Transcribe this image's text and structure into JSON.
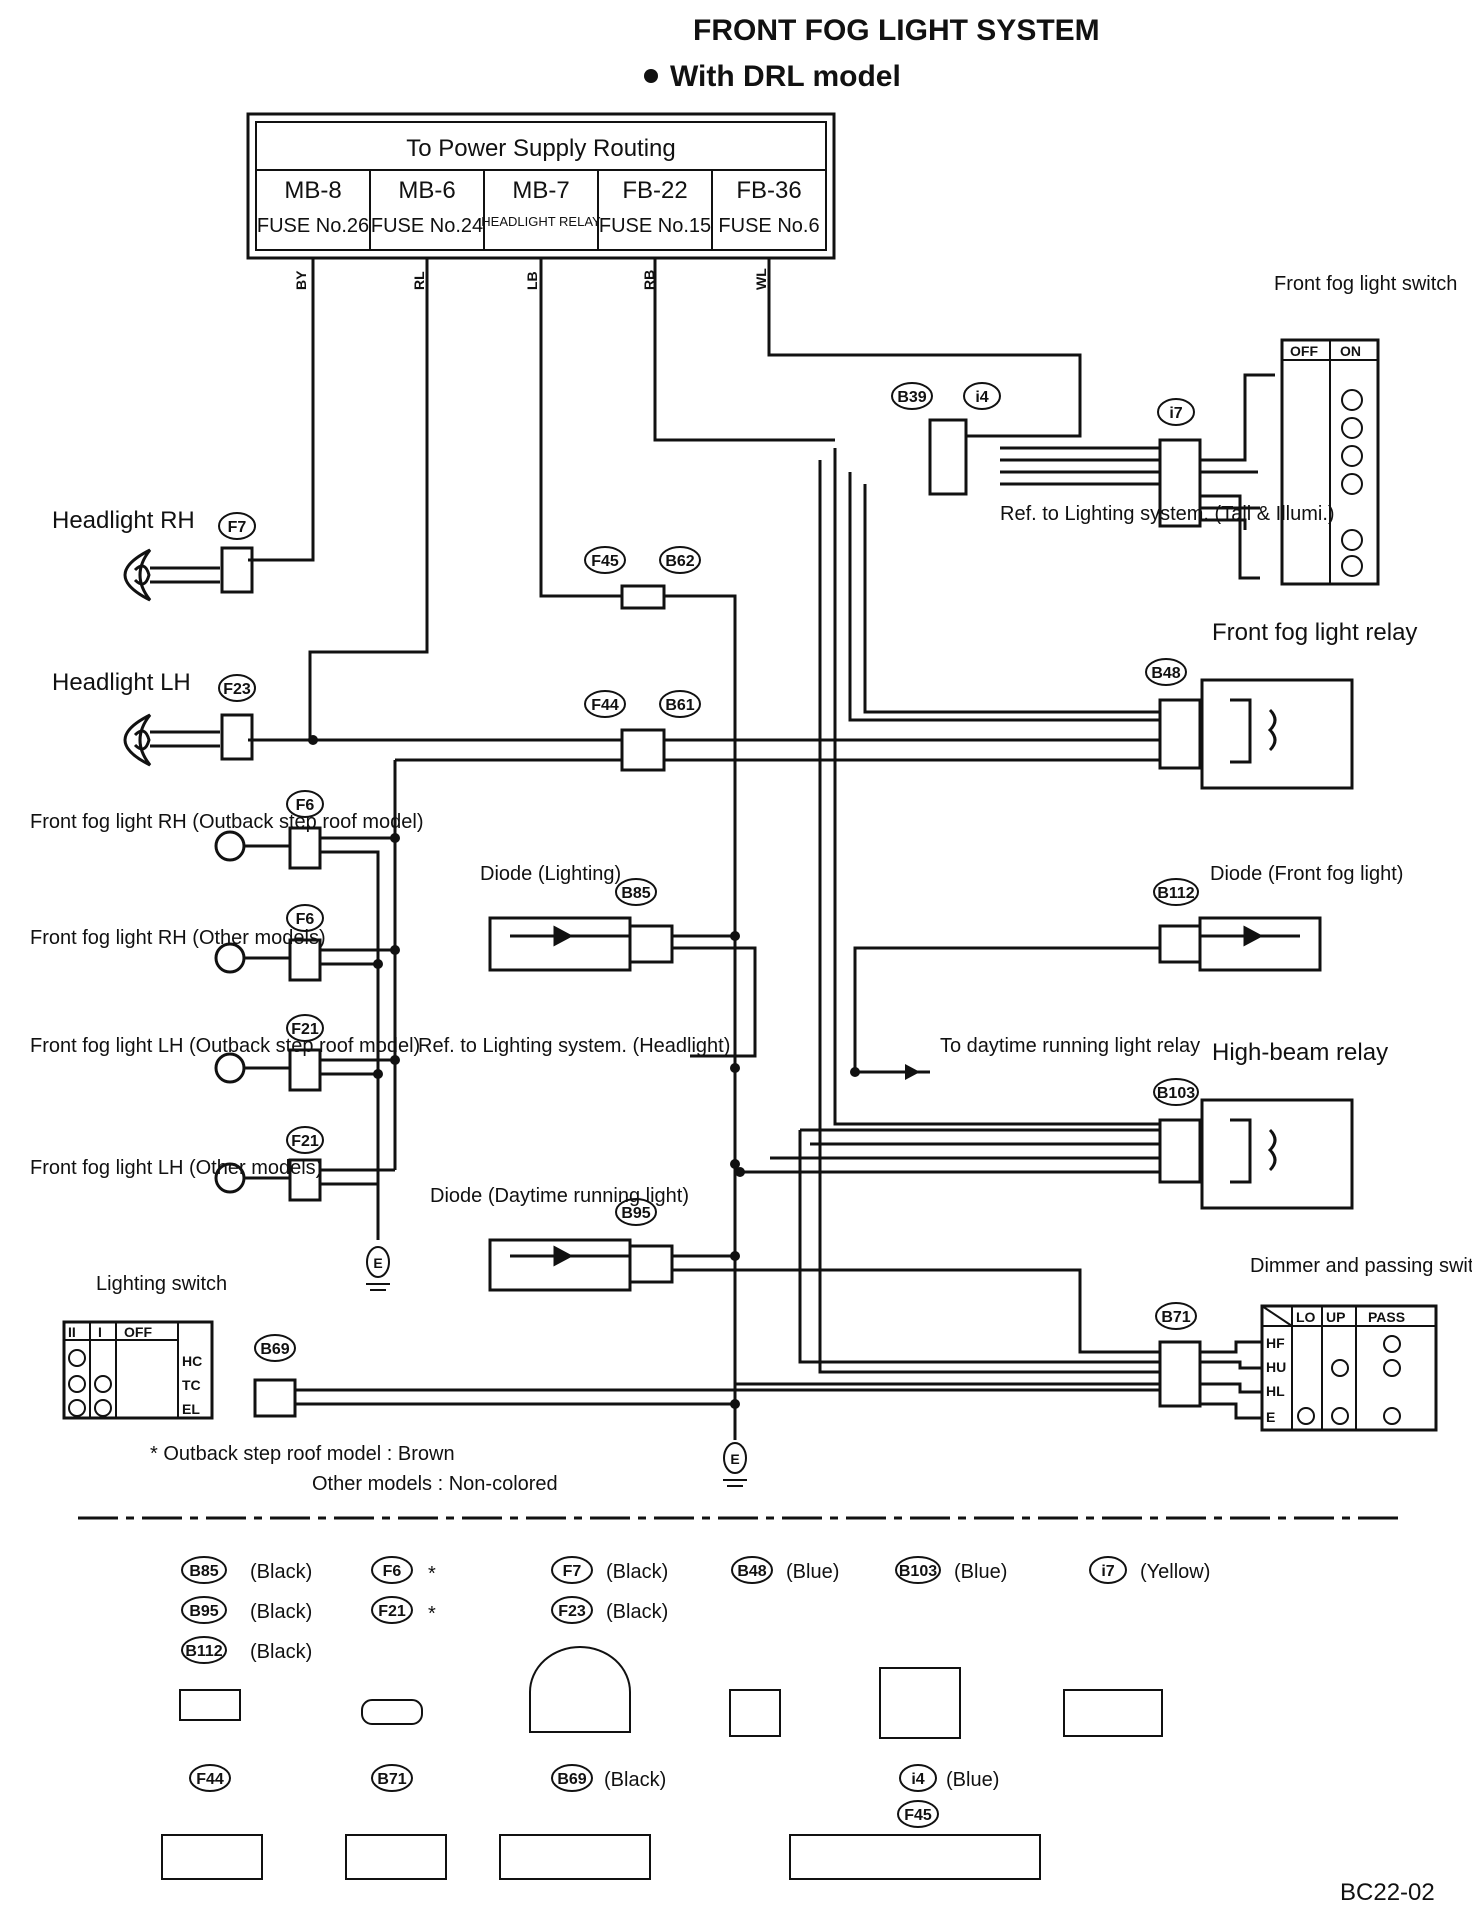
{
  "title": "FRONT FOG LIGHT SYSTEM",
  "subtitle": "With DRL model",
  "power_box": {
    "heading": "To Power Supply Routing",
    "cells": [
      {
        "id": "MB-8",
        "sub": "FUSE No.26",
        "wire": "BY"
      },
      {
        "id": "MB-6",
        "sub": "FUSE No.24",
        "wire": "RL"
      },
      {
        "id": "MB-7",
        "sub": "HEADLIGHT RELAY",
        "wire": "LB"
      },
      {
        "id": "FB-22",
        "sub": "FUSE No.15",
        "wire": "RB"
      },
      {
        "id": "FB-36",
        "sub": "FUSE No.6",
        "wire": "WL"
      }
    ]
  },
  "components": {
    "headlight_rh": "Headlight RH",
    "headlight_lh": "Headlight LH",
    "fog_rh_outback": "Front fog light RH (Outback step roof model)",
    "fog_rh_other": "Front fog light RH (Other models)",
    "fog_lh_outback": "Front fog light LH (Outback step roof model)",
    "fog_lh_other": "Front fog light LH (Other models)",
    "lighting_switch": "Lighting switch",
    "fog_switch": "Front fog light switch",
    "fog_relay": "Front fog light relay",
    "diode_lighting": "Diode (Lighting)",
    "diode_front_fog": "Diode (Front fog light)",
    "diode_drl": "Diode (Daytime running light)",
    "high_beam_relay": "High-beam relay",
    "dimmer_switch": "Dimmer and passing switch",
    "ref_tail": "Ref. to Lighting system. (Tail & Illumi.)",
    "ref_headlight": "Ref. to Lighting system. (Headlight)",
    "to_drl": "To daytime running light relay"
  },
  "connectors": [
    "F7",
    "F23",
    "F6",
    "F21",
    "F45",
    "B62",
    "F44",
    "B61",
    "B39",
    "i4",
    "i7",
    "B48",
    "B85",
    "B112",
    "B95",
    "B103",
    "B71",
    "B69"
  ],
  "switch_labels": {
    "lighting_cols": [
      "II",
      "I",
      "OFF"
    ],
    "lighting_rows": [
      "HC",
      "TC",
      "EL"
    ],
    "fog_cols": [
      "OFF",
      "ON"
    ],
    "dimmer_cols": [
      "LO",
      "UP",
      "PASS"
    ],
    "dimmer_rows": [
      "HF",
      "HU",
      "HL",
      "E"
    ]
  },
  "ground": "E",
  "notes": {
    "line1": "* Outback step roof model : Brown",
    "line2": "Other models : Non-colored"
  },
  "legend": {
    "colors": [
      {
        "c": "B85",
        "t": "(Black)"
      },
      {
        "c": "B95",
        "t": "(Black)"
      },
      {
        "c": "B112",
        "t": "(Black)"
      },
      {
        "c": "F6",
        "t": "*"
      },
      {
        "c": "F21",
        "t": "*"
      },
      {
        "c": "F7",
        "t": "(Black)"
      },
      {
        "c": "F23",
        "t": "(Black)"
      },
      {
        "c": "B48",
        "t": "(Blue)"
      },
      {
        "c": "B103",
        "t": "(Blue)"
      },
      {
        "c": "i7",
        "t": "(Yellow)"
      }
    ],
    "row2": [
      {
        "c": "F44",
        "t": ""
      },
      {
        "c": "B71",
        "t": ""
      },
      {
        "c": "B69",
        "t": "(Black)"
      },
      {
        "c": "i4",
        "t": "(Blue)"
      },
      {
        "c": "F45",
        "t": ""
      }
    ]
  },
  "code": "BC22-02"
}
